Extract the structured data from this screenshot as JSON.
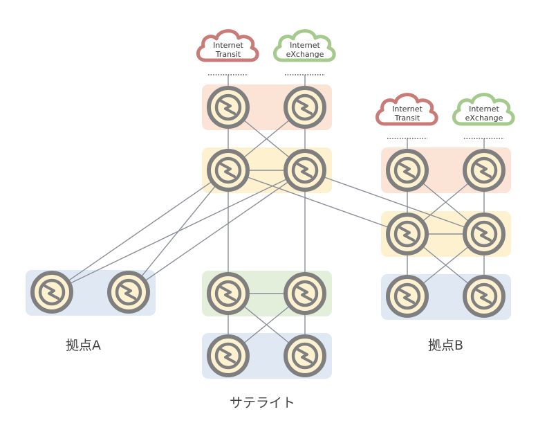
{
  "clouds": [
    {
      "id": "transit-main",
      "line1": "Internet",
      "line2": "Transit",
      "color": "#c97b78"
    },
    {
      "id": "ix-main",
      "line1": "Internet",
      "line2": "eXchange",
      "color": "#a6c98d"
    },
    {
      "id": "transit-b",
      "line1": "Internet",
      "line2": "Transit",
      "color": "#c97b78"
    },
    {
      "id": "ix-b",
      "line1": "Internet",
      "line2": "eXchange",
      "color": "#a6c98d"
    }
  ],
  "labels": {
    "site_a": "拠点A",
    "site_b": "拠点B",
    "satellite": "サテライト"
  },
  "colors": {
    "tier_peering": "#fbe3d6",
    "tier_core": "#fdf1cf",
    "tier_site": "#dfe8f3",
    "tier_satellite": "#e3efda",
    "router_ring": "#7f7f7f",
    "router_fill": "#fdf1cf",
    "link": "#8a8f99"
  },
  "icons": {
    "router": "router-icon",
    "cloud": "cloud-icon"
  }
}
